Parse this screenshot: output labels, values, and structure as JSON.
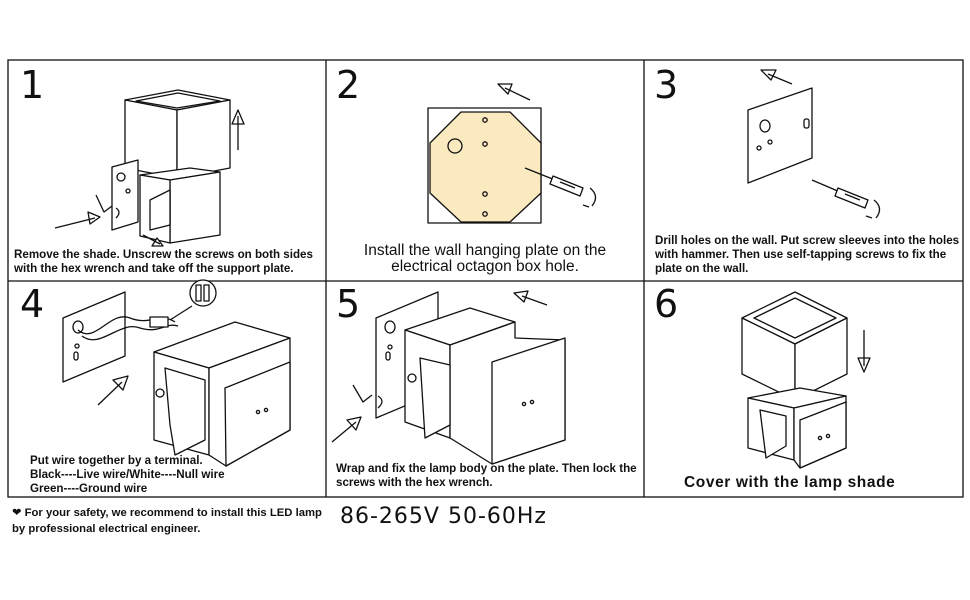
{
  "steps": [
    {
      "number": "1",
      "caption": "Remove the shade. Unscrew the screws on both sides\nwith the hex wrench and take off the support plate."
    },
    {
      "number": "2",
      "caption": "Install the wall hanging plate on the\nelectrical octagon box hole."
    },
    {
      "number": "3",
      "caption": "Drill holes on the wall. Put screw sleeves into the holes\nwith hammer. Then use self-tapping screws to fix the\nplate on the wall."
    },
    {
      "number": "4",
      "caption": "Put wire together by a terminal.\nBlack----Live wire/White----Null wire\nGreen----Ground wire"
    },
    {
      "number": "5",
      "caption": "Wrap and fix the lamp body on the plate. Then lock the\nscrews with the hex wrench."
    },
    {
      "number": "6",
      "caption": "Cover with the lamp shade"
    }
  ],
  "footer": {
    "safety_icon": "heart-icon",
    "safety_line1": "For your safety, we recommend to install this LED lamp",
    "safety_line2": "by professional electrical engineer.",
    "voltage": "86-265V 50-60Hz"
  },
  "colors": {
    "plate_fill": "#fbe9c0",
    "line": "#111111",
    "background": "#ffffff"
  }
}
